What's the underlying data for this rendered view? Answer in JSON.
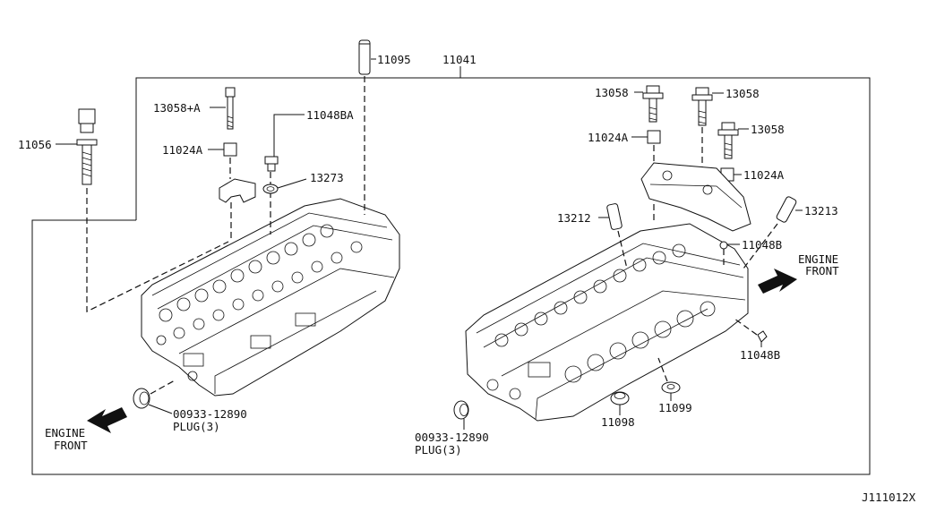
{
  "diagram": {
    "id_code": "J111012X",
    "labels": {
      "p11095": "11095",
      "p11041": "11041",
      "p13058_plus_a": "13058+A",
      "p11048ba": "11048BA",
      "p11056": "11056",
      "p11024a_left": "11024A",
      "p13273": "13273",
      "p13058_top": "13058",
      "p13058_top2": "13058",
      "p11024a_right": "11024A",
      "p13058_right": "13058",
      "p11024a_right2": "11024A",
      "p13212": "13212",
      "p13213": "13213",
      "p11048b_upper": "11048B",
      "p11048b_lower": "11048B",
      "p11098": "11098",
      "p11099": "11099",
      "plug_left_num": "00933-12890",
      "plug_left_name": "PLUG(3)",
      "plug_right_num": "00933-12890",
      "plug_right_name": "PLUG(3)",
      "engine_front_left_1": "ENGINE",
      "engine_front_left_2": "FRONT",
      "engine_front_right_1": "ENGINE",
      "engine_front_right_2": "FRONT"
    }
  }
}
